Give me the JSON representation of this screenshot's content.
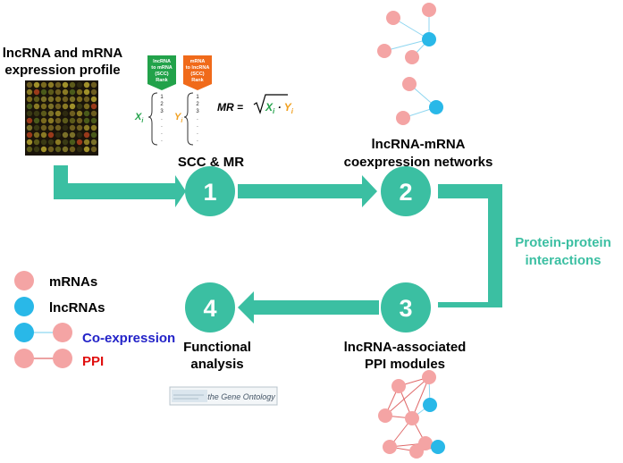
{
  "profile_title_line1": "lncRNA and mRNA",
  "profile_title_line2": "expression profile",
  "rank_table_1": {
    "header_lines": [
      "lncRNA",
      "to mRNA",
      "(SCC)",
      "Rank"
    ],
    "rows": [
      "1",
      "2",
      "3",
      ".",
      ".",
      ".",
      "."
    ]
  },
  "rank_table_2": {
    "header_lines": [
      "mRNA",
      "to lncRNA",
      "(SCC)",
      "Rank"
    ],
    "rows": [
      "1",
      "2",
      "3",
      ".",
      ".",
      ".",
      "."
    ]
  },
  "var_x": "X",
  "var_x_sub": "i",
  "var_y": "Y",
  "var_y_sub": "i",
  "formula": {
    "lhs": "MR = ",
    "x": "X",
    "x_sub": "i",
    "dot": " · ",
    "y": "Y",
    "y_sub": "i"
  },
  "step1": {
    "number": "1",
    "label": "SCC & MR"
  },
  "step2": {
    "number": "2",
    "label_line1": "lncRNA-mRNA",
    "label_line2": "coexpression networks"
  },
  "step3": {
    "number": "3",
    "label_line1": "lncRNA-associated",
    "label_line2": "PPI modules"
  },
  "step4": {
    "number": "4",
    "label_line1": "Functional",
    "label_line2": "analysis"
  },
  "side_label_line1": "Protein-protein",
  "side_label_line2": "interactions",
  "legend": {
    "mrna": "mRNAs",
    "lncrna": "lncRNAs",
    "coexpression": "Co-expression",
    "ppi": "PPI"
  },
  "go_logo_text": "the Gene Ontology",
  "colors": {
    "teal": "#3bbfa2",
    "mrna_node": "#f4a4a4",
    "lncrna_node": "#29b8e8",
    "coexp_edge": "#8ed6f0",
    "ppi_edge": "#e06a6a",
    "coexp_text": "#2323c8",
    "ppi_text": "#e01010",
    "header_green": "#22a24a",
    "header_orange": "#f06a1a"
  }
}
